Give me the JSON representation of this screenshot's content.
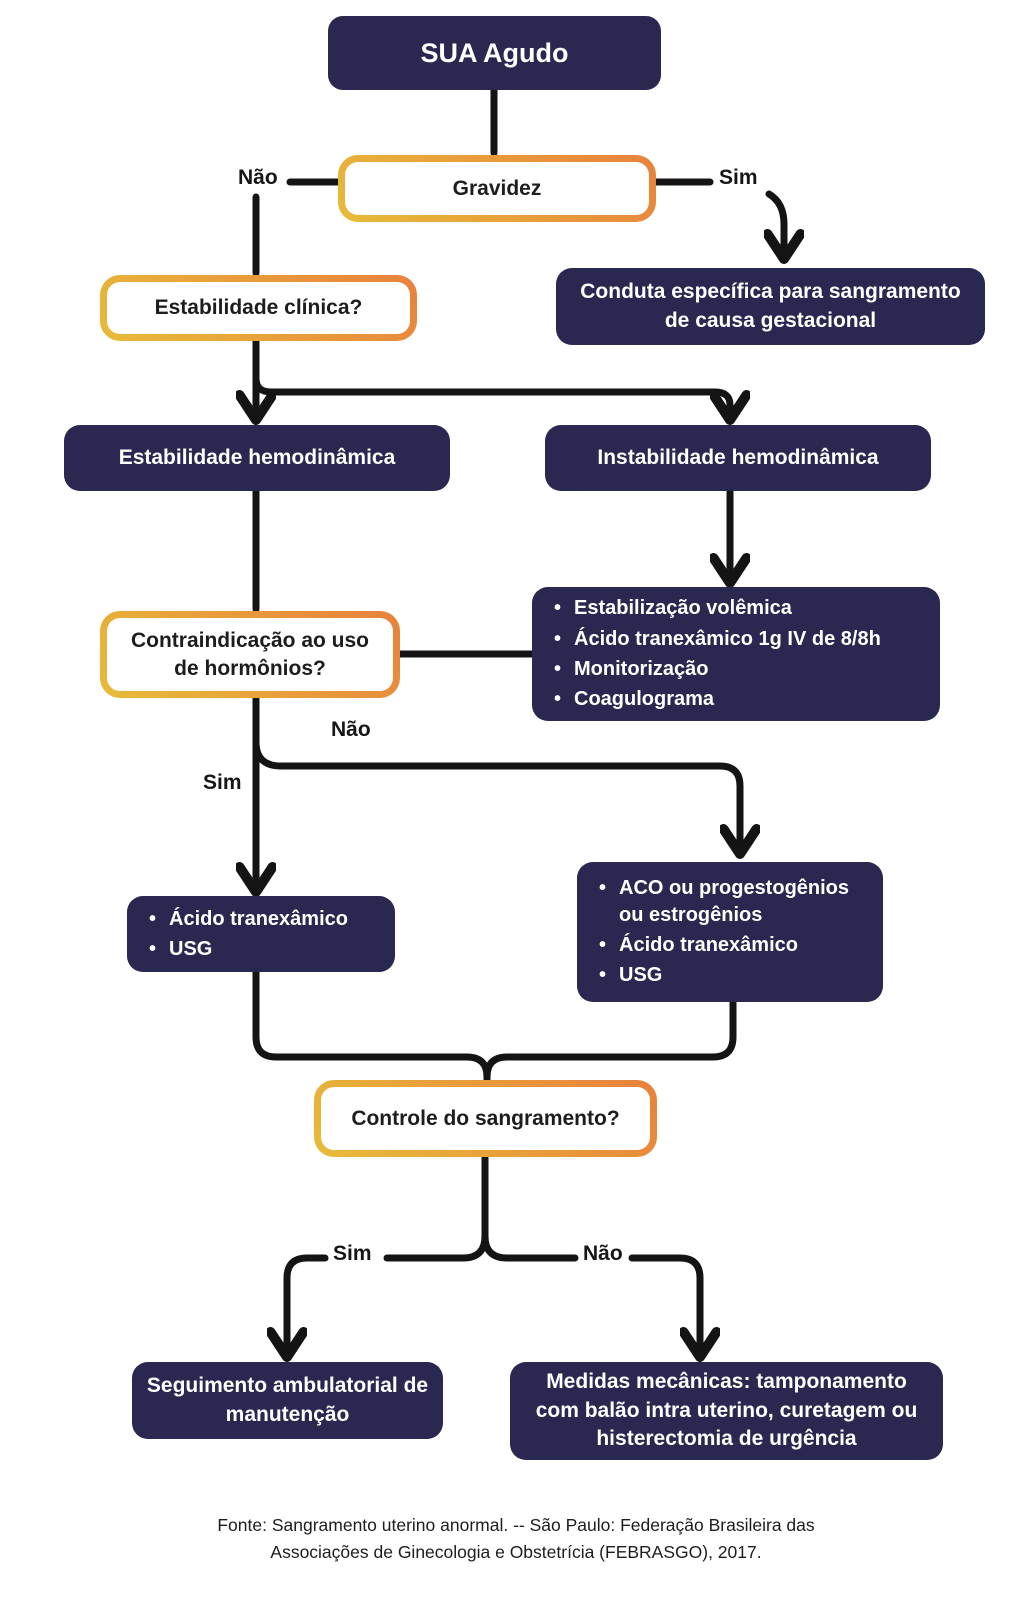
{
  "diagram": {
    "title": "SUA Agudo",
    "colors": {
      "node_navy": "#2a2751",
      "accent_yellow": "#e7bb39",
      "accent_orange": "#e8813d",
      "line_black": "#141414",
      "node_text_white": "#ffffff",
      "question_text_dark": "#1d1d1d"
    },
    "labels": {
      "sim": "Sim",
      "nao": "Não"
    },
    "nodes": {
      "start": "SUA Agudo",
      "gravidez": "Gravidez",
      "conduta_gestacional": "Conduta específica para sangramento de causa gestacional",
      "estabilidade_clinica": "Estabilidade clínica?",
      "estabilidade_hemodinamica": "Estabilidade hemodinâmica",
      "instabilidade_hemodinamica": "Instabilidade hemodinâmica",
      "instabilidade_acoes": {
        "0": "Estabilização volêmica",
        "1": "Ácido tranexâmico 1g IV de 8/8h",
        "2": "Monitorização",
        "3": "Coagulograma"
      },
      "contraindicacao": "Contraindicação ao uso de hormônios?",
      "contra_sim_acoes": {
        "0": "Ácido tranexâmico",
        "1": "USG"
      },
      "contra_nao_acoes": {
        "0": "ACO ou progestogênios ou estrogênios",
        "1": "Ácido tranexâmico",
        "2": "USG"
      },
      "controle_sangramento": "Controle do sangramento?",
      "seguimento": "Seguimento ambulatorial de manutenção",
      "medidas_mecanicas": "Medidas mecânicas: tamponamento com balão intra uterino, curetagem ou histerectomia de urgência"
    },
    "footer": {
      "line1": "Fonte: Sangramento uterino anormal. -- São Paulo: Federação Brasileira das",
      "line2": "Associações de Ginecologia e Obstetrícia (FEBRASGO), 2017."
    }
  }
}
